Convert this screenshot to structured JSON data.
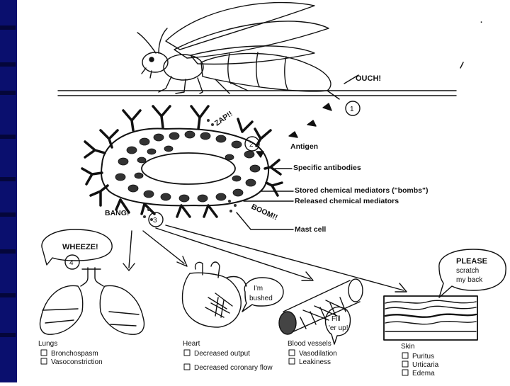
{
  "sting_sound": "OUCH!",
  "zap_sound": "ZAP!!",
  "bang_sound": "BANG!",
  "boom_sound": "BOOM!!",
  "steps": [
    "1",
    "2",
    "3",
    "4"
  ],
  "labels": {
    "antigen": "Antigen",
    "specific_antibodies": "Specific antibodies",
    "stored_mediators": "Stored chemical mediators (\"bombs\")",
    "released_mediators": "Released chemical mediators",
    "mast_cell": "Mast cell"
  },
  "bubbles": {
    "lungs": "WHEEZE!",
    "heart_line1": "I'm",
    "heart_line2": "bushed",
    "vessel_line1": "Fill",
    "vessel_line2": "'er up!",
    "skin_line1": "PLEASE",
    "skin_line2": "scratch",
    "skin_line3": "my back"
  },
  "organs": [
    {
      "title": "Lungs",
      "items": [
        "Bronchospasm",
        "Vasoconstriction"
      ]
    },
    {
      "title": "Heart",
      "items": [
        "Decreased output",
        "Decreased coronary flow"
      ]
    },
    {
      "title": "Blood vessels",
      "items": [
        "Vasodilation",
        "Leakiness"
      ]
    },
    {
      "title": "Skin",
      "items": [
        "Puritus",
        "Urticaria",
        "Edema"
      ]
    }
  ],
  "colors": {
    "sidebar": "#0a0f6e",
    "ink": "#111111"
  }
}
